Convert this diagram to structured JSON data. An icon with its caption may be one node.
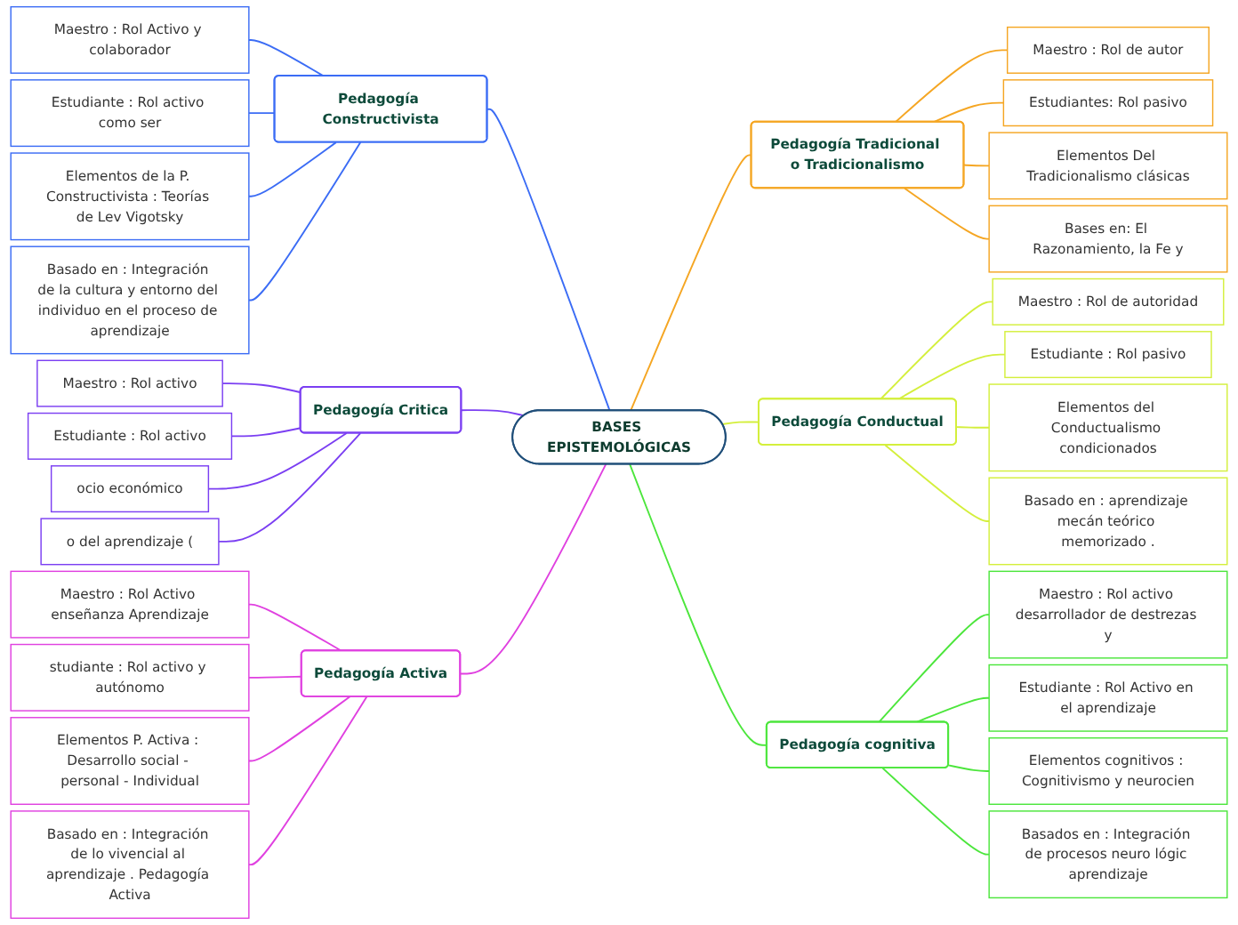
{
  "diagram": {
    "nodes": [
      {
        "text": [
          "BASES EPISTEMOLÓGICAS"
        ]
      },
      {
        "text": [
          "Pedagogía Constructivista"
        ]
      },
      {
        "text": [
          "Maestro : Rol Activo y colaborador"
        ]
      },
      {
        "text": [
          "Estudiante : Rol activo como ser"
        ]
      },
      {
        "text": [
          "Elementos de la P. Constructivista : Teorías de Lev Vigotsky"
        ]
      },
      {
        "text": [
          "Basado en : Integración de la cultura y entorno del individuo en el proceso de aprendizaje"
        ]
      },
      {
        "text": [
          "Pedagogía Critica"
        ]
      },
      {
        "text": [
          "Maestro : Rol activo"
        ]
      },
      {
        "text": [
          "Estudiante : Rol activo"
        ]
      },
      {
        "text": [
          "ocio económico"
        ]
      },
      {
        "text": [
          "o del aprendizaje ("
        ]
      },
      {
        "text": [
          "Pedagogía Activa"
        ]
      },
      {
        "text": [
          "Maestro : Rol Activo enseñanza Aprendizaje"
        ]
      },
      {
        "text": [
          "studiante : Rol activo y autónomo"
        ]
      },
      {
        "text": [
          "Elementos P. Activa : Desarrollo social - personal - Individual"
        ]
      },
      {
        "text": [
          "Basado en : Integración de lo vivencial al aprendizaje . Pedagogía Activa"
        ]
      },
      {
        "text": [
          "Pedagogía Tradicional o Tradicionalismo"
        ]
      },
      {
        "text": [
          "Maestro : Rol de autor"
        ]
      },
      {
        "text": [
          "Estudiantes: Rol pasivo"
        ]
      },
      {
        "text": [
          "Elementos Del Tradicionalismo clásicas"
        ]
      },
      {
        "text": [
          "Bases en: El Razonamiento, la Fe y"
        ]
      },
      {
        "text": [
          "Pedagogía Conductual"
        ]
      },
      {
        "text": [
          "Maestro : Rol de autoridad"
        ]
      },
      {
        "text": [
          "Estudiante : Rol pasivo"
        ]
      },
      {
        "text": [
          "Elementos del Conductualismo condicionados"
        ]
      },
      {
        "text": [
          "Basado en : aprendizaje mecán teórico memorizado ."
        ]
      },
      {
        "text": [
          "Pedagogía cognitiva"
        ]
      },
      {
        "text": [
          "Maestro : Rol activo desarrollador de destrezas y"
        ]
      },
      {
        "text": [
          "Estudiante : Rol Activo en el aprendizaje"
        ]
      },
      {
        "text": [
          "Elementos cognitivos : Cognitivismo y neurocien"
        ]
      },
      {
        "text": [
          "Basados en : Integración de procesos neuro lógic aprendizaje"
        ]
      }
    ],
    "edges": [
      {
        "from": 1,
        "to": 0,
        "arrow": "none",
        "color": "#3b6cf5"
      },
      {
        "from": 2,
        "to": 1,
        "arrow": "none",
        "color": "#3b6cf5"
      },
      {
        "from": 3,
        "to": 1,
        "arrow": "none",
        "color": "#3b6cf5"
      },
      {
        "from": 4,
        "to": 1,
        "arrow": "none",
        "color": "#3b6cf5"
      },
      {
        "from": 5,
        "to": 1,
        "arrow": "none",
        "color": "#3b6cf5"
      },
      {
        "from": 6,
        "to": 0,
        "arrow": "none",
        "color": "#7b3ff2"
      },
      {
        "from": 7,
        "to": 6,
        "arrow": "none",
        "color": "#7b3ff2"
      },
      {
        "from": 8,
        "to": 6,
        "arrow": "none",
        "color": "#7b3ff2"
      },
      {
        "from": 9,
        "to": 6,
        "arrow": "none",
        "color": "#7b3ff2"
      },
      {
        "from": 10,
        "to": 6,
        "arrow": "none",
        "color": "#7b3ff2"
      },
      {
        "from": 11,
        "to": 0,
        "arrow": "none",
        "color": "#e040e0"
      },
      {
        "from": 12,
        "to": 11,
        "arrow": "none",
        "color": "#e040e0"
      },
      {
        "from": 13,
        "to": 11,
        "arrow": "none",
        "color": "#e040e0"
      },
      {
        "from": 14,
        "to": 11,
        "arrow": "none",
        "color": "#e040e0"
      },
      {
        "from": 15,
        "to": 11,
        "arrow": "none",
        "color": "#e040e0"
      },
      {
        "from": 0,
        "to": 16,
        "arrow": "none",
        "color": "#f5a623"
      },
      {
        "from": 16,
        "to": 17,
        "arrow": "none",
        "color": "#f5a623"
      },
      {
        "from": 16,
        "to": 18,
        "arrow": "none",
        "color": "#f5a623"
      },
      {
        "from": 16,
        "to": 19,
        "arrow": "none",
        "color": "#f5a623"
      },
      {
        "from": 16,
        "to": 20,
        "arrow": "none",
        "color": "#f5a623"
      },
      {
        "from": 0,
        "to": 21,
        "arrow": "none",
        "color": "#d4ef3c"
      },
      {
        "from": 21,
        "to": 22,
        "arrow": "none",
        "color": "#d4ef3c"
      },
      {
        "from": 21,
        "to": 23,
        "arrow": "none",
        "color": "#d4ef3c"
      },
      {
        "from": 21,
        "to": 24,
        "arrow": "none",
        "color": "#d4ef3c"
      },
      {
        "from": 21,
        "to": 25,
        "arrow": "none",
        "color": "#d4ef3c"
      },
      {
        "from": 0,
        "to": 26,
        "arrow": "none",
        "color": "#4ce63c"
      },
      {
        "from": 26,
        "to": 27,
        "arrow": "none",
        "color": "#4ce63c"
      },
      {
        "from": 26,
        "to": 28,
        "arrow": "none",
        "color": "#4ce63c"
      },
      {
        "from": 26,
        "to": 29,
        "arrow": "none",
        "color": "#4ce63c"
      },
      {
        "from": 26,
        "to": 30,
        "arrow": "none",
        "color": "#4ce63c"
      }
    ]
  }
}
